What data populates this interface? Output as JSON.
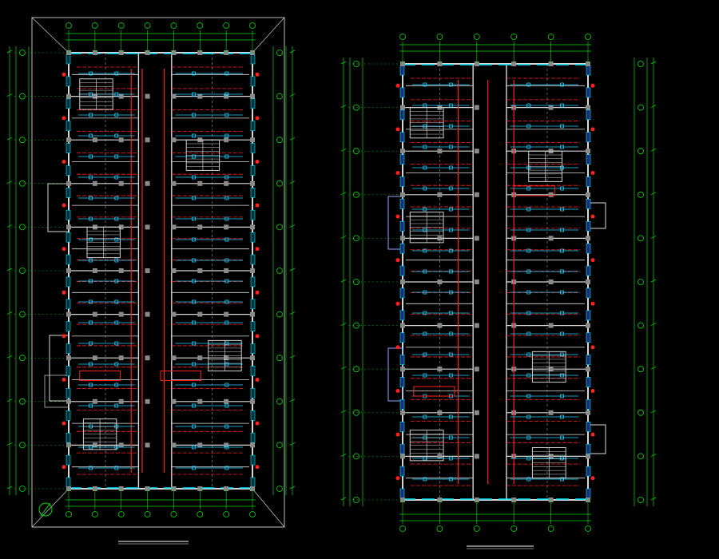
{
  "drawing": {
    "colors": {
      "background": "#000000",
      "axis_green": "#00dd00",
      "wall_white": "#d8d8d8",
      "window_cyan": "#00e5ff",
      "window_blue": "#3d66d8",
      "duct_red": "#ff2020",
      "duct_cyan": "#1fd0ff",
      "column_gray": "#8a8a8a",
      "stair_white": "#cfcfcf",
      "text_white": "#ffffff",
      "outline_gray": "#bdbdbd"
    },
    "icons": {
      "north_arrow": "north-arrow-icon"
    },
    "plans": [
      {
        "id": "plan-left",
        "axis_columns": 8,
        "axis_rows": 10,
        "notes": [
          "",
          ""
        ]
      },
      {
        "id": "plan-right",
        "axis_columns": 6,
        "axis_rows": 10,
        "notes": [
          "",
          ""
        ]
      }
    ]
  }
}
